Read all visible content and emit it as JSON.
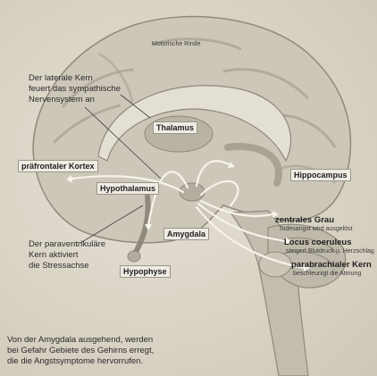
{
  "labels": {
    "motor_cortex": "Motorische Rinde",
    "lateral_nucleus_line1": "Der laterale Kern",
    "lateral_nucleus_line2": "feuert das sympathische",
    "lateral_nucleus_line3": "Nervensystem an",
    "thalamus": "Thalamus",
    "prefrontal_cortex": "präfrontaler Kortex",
    "hypothalamus": "Hypothalamus",
    "hippocampus": "Hippocampus",
    "amygdala": "Amygdala",
    "central_gray": "zentrales Grau",
    "central_gray_desc": "Todesangst wird ausgelöst",
    "locus_coeruleus": "Locus coeruleus",
    "locus_coeruleus_desc": "steigert Blutdruck u. Herzschlag",
    "parabrachial": "parabrachialer Kern",
    "parabrachial_desc": "beschleunigt die Atmung",
    "paraventricular_line1": "Der paraventrikuläre",
    "paraventricular_line2": "Kern aktiviert",
    "paraventricular_line3": "die Stressachse",
    "pituitary": "Hypophyse"
  },
  "caption": {
    "line1": "Von der Amygdala ausgehend, werden",
    "line2": "bei Gefahr Gebiete des Gehirns erregt,",
    "line3": "die die Angstsymptome hervorrufen."
  }
}
